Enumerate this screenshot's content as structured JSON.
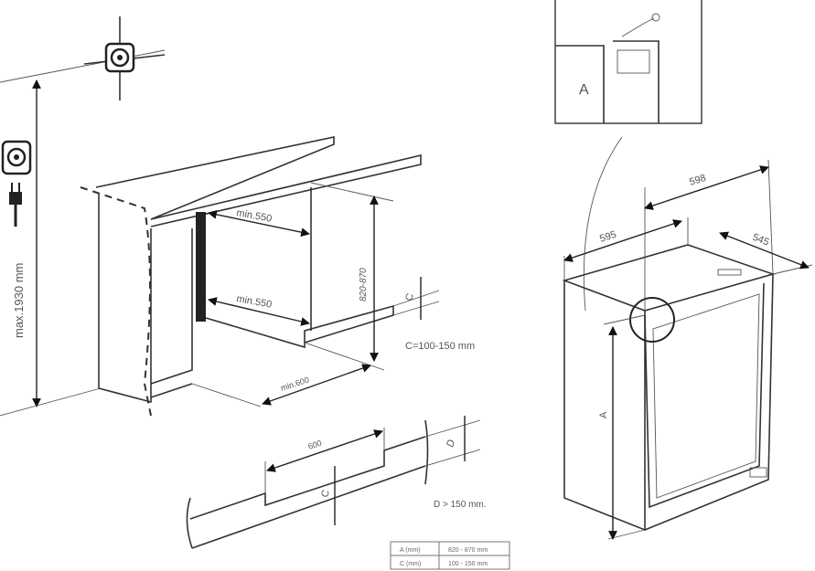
{
  "labels": {
    "max_height": "max.1930 mm",
    "upper_depth": "min.550",
    "lower_depth": "min.550",
    "niche_height": "820-870",
    "plinth_c": "C",
    "c_range": "C=100-150 mm",
    "niche_width": "min.600",
    "vent_width": "600",
    "vent_d": "D",
    "vent_c": "C",
    "d_condition": "D > 150 mm.",
    "inset_label": "A",
    "fridge_width_top": "598",
    "fridge_width": "595",
    "fridge_depth": "545",
    "fridge_height": "A"
  },
  "table": {
    "rows": [
      {
        "param": "A (mm)",
        "value": "820 - 870 mm"
      },
      {
        "param": "C (mm)",
        "value": "100 - 150 mm"
      }
    ]
  },
  "icons": [
    "wall-socket-icon",
    "power-plug-icon",
    "arrowhead-icon"
  ]
}
